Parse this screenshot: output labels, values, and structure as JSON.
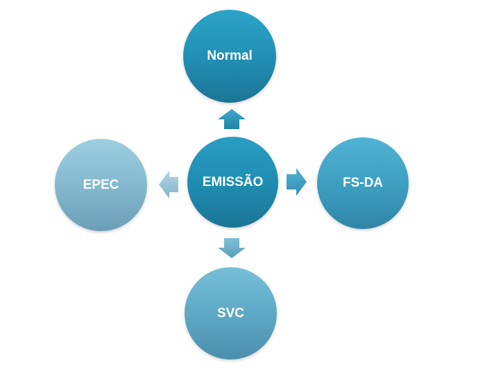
{
  "diagram": {
    "center": {
      "label": "EMISSÃO"
    },
    "top": {
      "label": "Normal"
    },
    "right": {
      "label": "FS-DA"
    },
    "bottom": {
      "label": "SVC"
    },
    "left": {
      "label": "EPEC"
    }
  },
  "colors": {
    "center": "#1f8db2",
    "top": "#2290b5",
    "right": "#3ea0c2",
    "bottom": "#5ea9c6",
    "left": "#84b9cf",
    "arrow_up": "#2a8fb4",
    "arrow_right": "#3b9cc0",
    "arrow_down": "#6aaac6",
    "arrow_left": "#9cc6d9"
  }
}
